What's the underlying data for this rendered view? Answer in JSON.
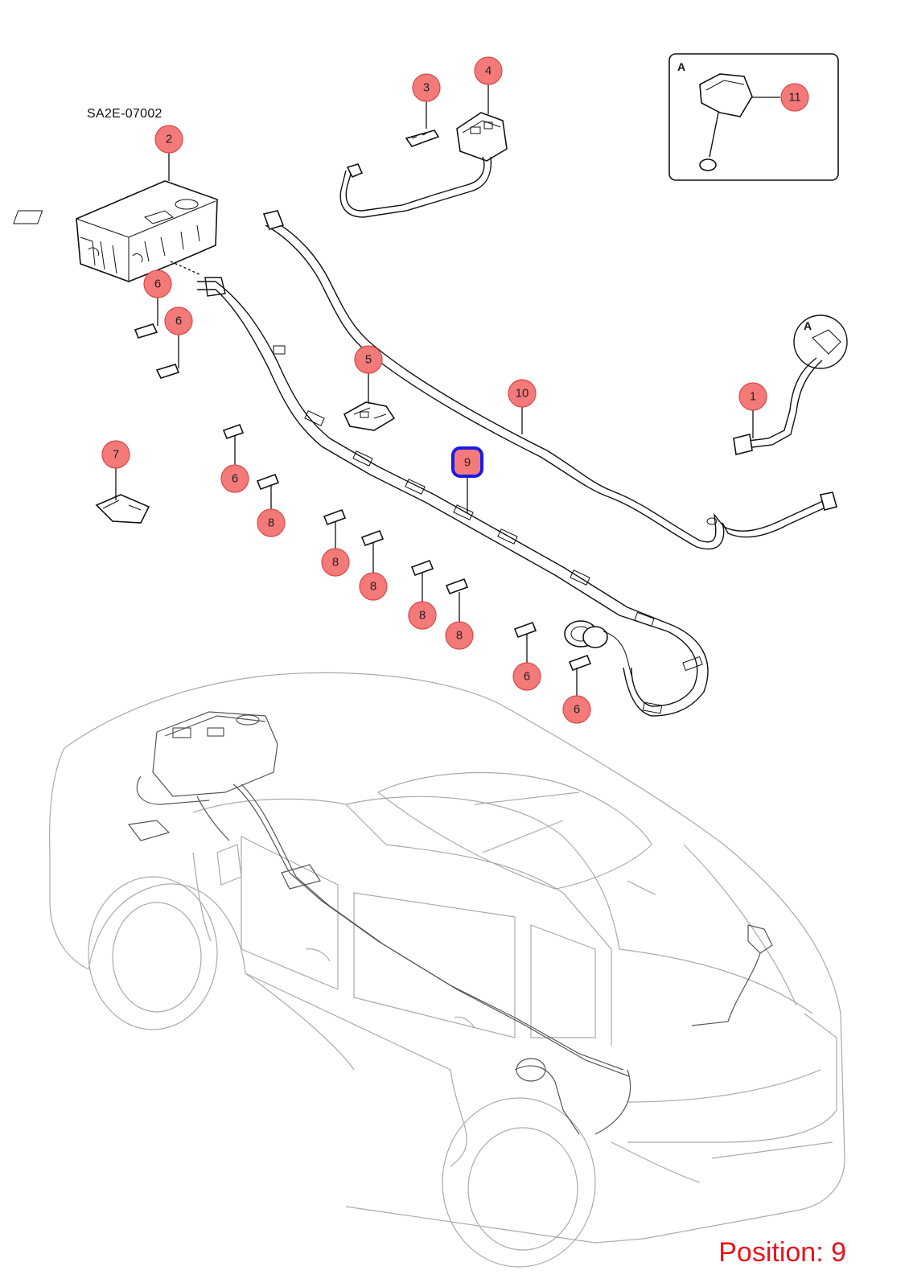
{
  "drawing_code": "SA2E-07002",
  "position_readout": "Position: 9",
  "inset_label": "A",
  "detail_marker_label": "A",
  "selected_callout": "9",
  "colors": {
    "callout_fill": "#f47a7a",
    "callout_selected_ring": "#1a1ae6",
    "position_text": "#e8141a"
  },
  "callouts": [
    {
      "id": "c2",
      "label": "2"
    },
    {
      "id": "c3",
      "label": "3"
    },
    {
      "id": "c4",
      "label": "4"
    },
    {
      "id": "c11",
      "label": "11"
    },
    {
      "id": "c6a",
      "label": "6"
    },
    {
      "id": "c6b",
      "label": "6"
    },
    {
      "id": "c5",
      "label": "5"
    },
    {
      "id": "c10",
      "label": "10"
    },
    {
      "id": "c1",
      "label": "1"
    },
    {
      "id": "c7",
      "label": "7"
    },
    {
      "id": "c6c",
      "label": "6"
    },
    {
      "id": "c9",
      "label": "9"
    },
    {
      "id": "c8a",
      "label": "8"
    },
    {
      "id": "c8b",
      "label": "8"
    },
    {
      "id": "c8c",
      "label": "8"
    },
    {
      "id": "c8d",
      "label": "8"
    },
    {
      "id": "c8e",
      "label": "8"
    },
    {
      "id": "c6d",
      "label": "6"
    },
    {
      "id": "c6e",
      "label": "6"
    }
  ]
}
